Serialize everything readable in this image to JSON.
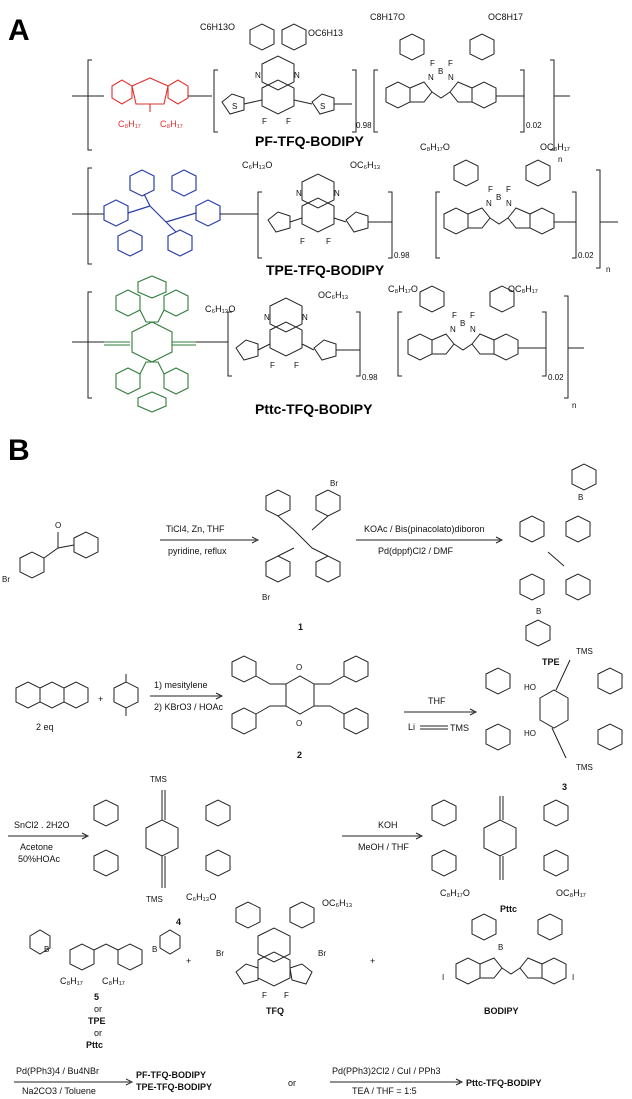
{
  "panels": {
    "a": {
      "letter": "A"
    },
    "b": {
      "letter": "B"
    }
  },
  "polymers": [
    {
      "name": "PF-TFQ-BODIPY",
      "sub1": "0.98",
      "sub2": "0.02",
      "n": "n",
      "substituents": [
        "C6H13O",
        "OC6H13",
        "C8H17O",
        "OC8H17",
        "C8H17",
        "C8H17"
      ]
    },
    {
      "name": "TPE-TFQ-BODIPY",
      "sub1": "0.98",
      "sub2": "0.02",
      "n": "n"
    },
    {
      "name": "Pttc-TFQ-BODIPY",
      "sub1": "0.98",
      "sub2": "0.02",
      "n": "n"
    }
  ],
  "atoms": {
    "N": "N",
    "B": "B",
    "F": "F",
    "S": "S",
    "O": "O",
    "Br": "Br",
    "I": "I"
  },
  "scheme": {
    "step1": {
      "reagent_top": "TiCl4, Zn, THF",
      "reagent_bottom": "pyridine, reflux",
      "product": "1"
    },
    "step2": {
      "reagent_top": "KOAc / Bis(pinacolato)diboron",
      "reagent_bottom": "Pd(dppf)Cl2 / DMF",
      "product": "TPE"
    },
    "step3": {
      "eq": "2 eq",
      "plus": "+",
      "reagent_top": "1) mesitylene",
      "reagent_bottom": "2) KBrO3 / HOAc",
      "product": "2"
    },
    "step4": {
      "reagent_top": "THF",
      "reagent_bottom": "Li",
      "tms": "TMS",
      "product": "3",
      "ho": "HO"
    },
    "step5": {
      "reagent_top": "SnCl2 . 2H2O",
      "reagent_mid": "Acetone",
      "reagent_bottom": "50%HOAc",
      "product": "4"
    },
    "step6": {
      "reagent_top": "KOH",
      "reagent_bottom": "MeOH / THF",
      "product": "Pttc"
    },
    "monomers": {
      "m5": "5",
      "or": "or",
      "tpe": "TPE",
      "pttc": "Pttc",
      "tfq": "TFQ",
      "bodipy": "BODIPY"
    },
    "final": {
      "cond1_top": "Pd(PPh3)4 / Bu4NBr",
      "cond1_bottom": "Na2CO3 / Toluene",
      "prod1": "PF-TFQ-BODIPY",
      "prod2": "TPE-TFQ-BODIPY",
      "or": "or",
      "cond2_top": "Pd(PPh3)2Cl2 / CuI / PPh3",
      "cond2_bottom": "TEA / THF = 1:5",
      "prod3": "Pttc-TFQ-BODIPY"
    }
  }
}
